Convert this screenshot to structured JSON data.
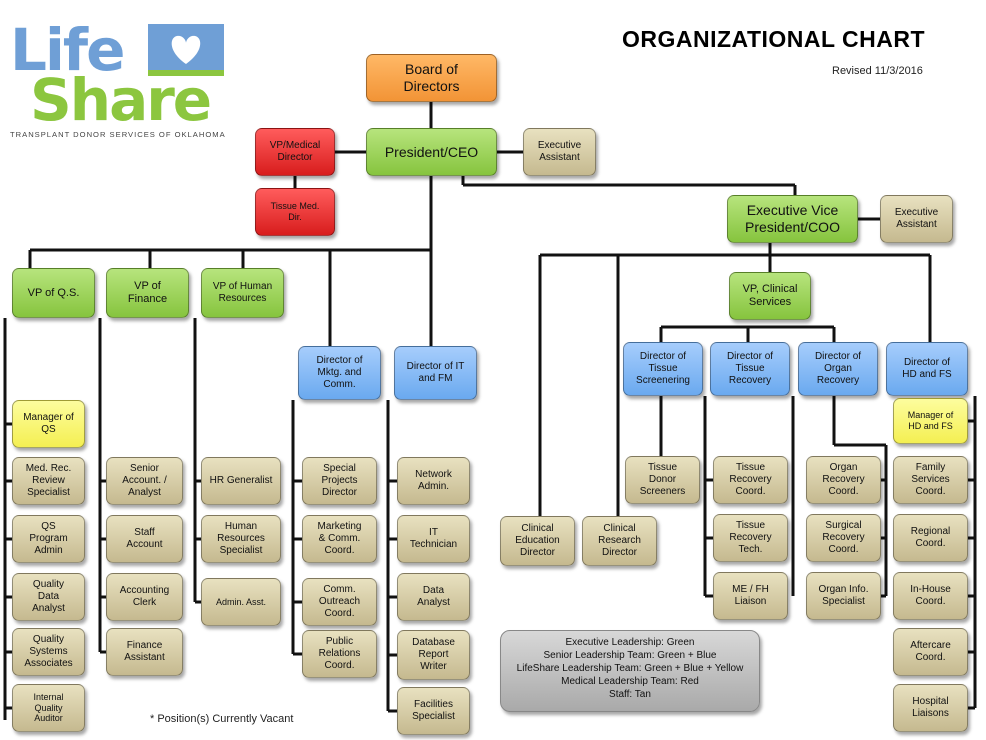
{
  "title": "ORGANIZATIONAL  CHART",
  "revised": "Revised 11/3/2016",
  "vacant_note": "* Position(s)  Currently  Vacant",
  "logo": {
    "word1": "Life",
    "word2": "Share",
    "tagline": "TRANSPLANT DONOR SERVICES OF OKLAHOMA"
  },
  "colors": {
    "green": "#86c43e",
    "blue": "#6aa9ef",
    "yellow": "#f4ef52",
    "red": "#d81d1d",
    "tan": "#c5b98f",
    "orange": "#f29436"
  },
  "nodes": [
    {
      "id": "board",
      "label": "Board of\nDirectors",
      "color": "orange"
    },
    {
      "id": "ceo",
      "label": "President/CEO",
      "color": "green"
    },
    {
      "id": "vpmed",
      "label": "VP/Medical\nDirector",
      "color": "red"
    },
    {
      "id": "tissuemed",
      "label": "Tissue Med.\nDir.",
      "color": "red"
    },
    {
      "id": "execasst1",
      "label": "Executive\nAssistant",
      "color": "tan"
    },
    {
      "id": "evp",
      "label": "Executive Vice\nPresident/COO",
      "color": "green"
    },
    {
      "id": "execasst2",
      "label": "Executive\nAssistant",
      "color": "tan"
    },
    {
      "id": "vpqs",
      "label": "VP  of Q.S.",
      "color": "green"
    },
    {
      "id": "vpfin",
      "label": "VP of\nFinance",
      "color": "green"
    },
    {
      "id": "vphr",
      "label": "VP of Human\nResources",
      "color": "green"
    },
    {
      "id": "dirmkt",
      "label": "Director of\nMktg.  and\nComm.",
      "color": "blue"
    },
    {
      "id": "dirit",
      "label": "Director of IT\nand FM",
      "color": "blue"
    },
    {
      "id": "vpclin",
      "label": "VP, Clinical\nServices",
      "color": "green"
    },
    {
      "id": "dirtsc",
      "label": "Director of\nTissue\nScreenering",
      "color": "blue"
    },
    {
      "id": "dirtrec",
      "label": "Director of\nTissue\nRecovery",
      "color": "blue"
    },
    {
      "id": "dirorg",
      "label": "Director of\nOrgan\nRecovery",
      "color": "blue"
    },
    {
      "id": "dirhd",
      "label": "Director of\nHD and FS",
      "color": "blue"
    },
    {
      "id": "mgrqs",
      "label": "Manager of\nQS",
      "color": "yellow"
    },
    {
      "id": "medrec",
      "label": "Med. Rec.\nReview\nSpecialist",
      "color": "tan"
    },
    {
      "id": "qsprog",
      "label": "QS\nProgram\nAdmin",
      "color": "tan"
    },
    {
      "id": "qualdata",
      "label": "Quality\nData\nAnalyst",
      "color": "tan"
    },
    {
      "id": "qualsys",
      "label": "Quality\nSystems\nAssociates",
      "color": "tan"
    },
    {
      "id": "intqual",
      "label": "Internal\nQuality\nAuditor",
      "color": "tan"
    },
    {
      "id": "senacct",
      "label": "Senior\nAccount. /\nAnalyst",
      "color": "tan"
    },
    {
      "id": "staffacct",
      "label": "Staff\nAccount",
      "color": "tan"
    },
    {
      "id": "acctclerk",
      "label": "Accounting\nClerk",
      "color": "tan"
    },
    {
      "id": "finasst",
      "label": "Finance\nAssistant",
      "color": "tan"
    },
    {
      "id": "hrgen",
      "label": "HR Generalist",
      "color": "tan"
    },
    {
      "id": "hrspec",
      "label": "Human\nResources\nSpecialist",
      "color": "tan"
    },
    {
      "id": "adminasst",
      "label": "Admin. Asst.",
      "color": "tan"
    },
    {
      "id": "specproj",
      "label": "Special\nProjects\nDirector",
      "color": "tan"
    },
    {
      "id": "mktcomm",
      "label": "Marketing\n& Comm.\nCoord.",
      "color": "tan"
    },
    {
      "id": "commout",
      "label": "Comm.\nOutreach\nCoord.",
      "color": "tan"
    },
    {
      "id": "pubrel",
      "label": "Public\nRelations\nCoord.",
      "color": "tan"
    },
    {
      "id": "netadmin",
      "label": "Network\nAdmin.",
      "color": "tan"
    },
    {
      "id": "ittech",
      "label": "IT\nTechnician",
      "color": "tan"
    },
    {
      "id": "dataan",
      "label": "Data\nAnalyst",
      "color": "tan"
    },
    {
      "id": "dbwriter",
      "label": "Database\nReport\nWriter",
      "color": "tan"
    },
    {
      "id": "facspec",
      "label": "Facilities\nSpecialist",
      "color": "tan"
    },
    {
      "id": "clinedu",
      "label": "Clinical\nEducation\nDirector",
      "color": "tan"
    },
    {
      "id": "clinres",
      "label": "Clinical\nResearch\nDirector",
      "color": "tan"
    },
    {
      "id": "tdonor",
      "label": "Tissue\nDonor\nScreeners",
      "color": "tan"
    },
    {
      "id": "trcoord",
      "label": "Tissue\nRecovery\nCoord.",
      "color": "tan"
    },
    {
      "id": "trtech",
      "label": "Tissue\nRecovery\nTech.",
      "color": "tan"
    },
    {
      "id": "mefh",
      "label": "ME / FH\nLiaison",
      "color": "tan"
    },
    {
      "id": "orcoord",
      "label": "Organ\nRecovery\nCoord.",
      "color": "tan"
    },
    {
      "id": "surgrec",
      "label": "Surgical\nRecovery\nCoord.",
      "color": "tan"
    },
    {
      "id": "orginfo",
      "label": "Organ Info.\nSpecialist",
      "color": "tan"
    },
    {
      "id": "mgrhd",
      "label": "Manager of\nHD and FS",
      "color": "yellow"
    },
    {
      "id": "famserv",
      "label": "Family\nServices\nCoord.",
      "color": "tan"
    },
    {
      "id": "regional",
      "label": "Regional\nCoord.",
      "color": "tan"
    },
    {
      "id": "inhouse",
      "label": "In-House\nCoord.",
      "color": "tan"
    },
    {
      "id": "aftercare",
      "label": "Aftercare\nCoord.",
      "color": "tan"
    },
    {
      "id": "hosplia",
      "label": "Hospital\nLiaisons",
      "color": "tan"
    }
  ],
  "legend": [
    "Executive Leadership: Green",
    "Senior Leadership Team: Green + Blue",
    "LifeShare  Leadership Team: Green + Blue + Yellow",
    "Medical Leadership  Team: Red",
    "Staff:  Tan"
  ]
}
